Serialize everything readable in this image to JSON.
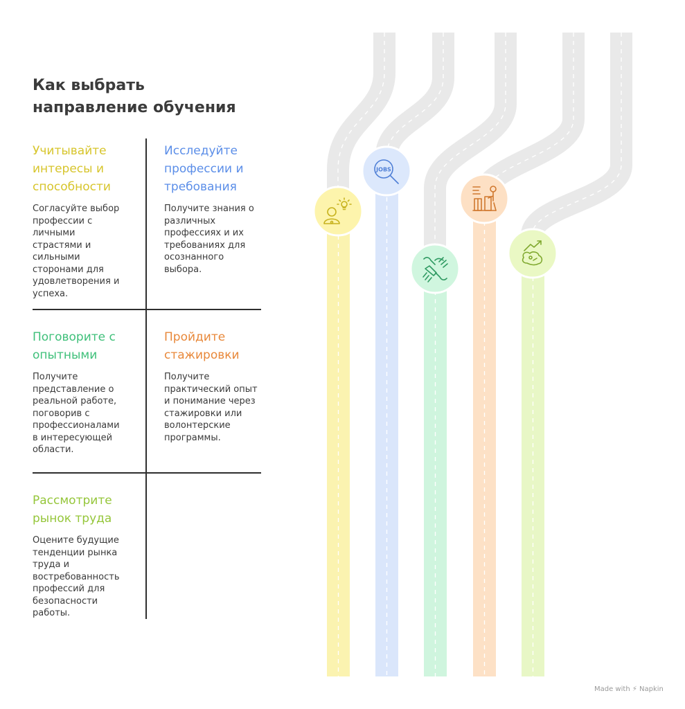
{
  "title_lines": [
    "Как выбрать",
    "направление обучения"
  ],
  "steps": [
    {
      "heading_lines": [
        "Учитывайте",
        "интересы и",
        "способности"
      ],
      "text_lines": [
        "Согласуйте выбор",
        "профессии с",
        "личными",
        "страстями и",
        "сильными",
        "сторонами для",
        "удовлетворения и",
        "успеха."
      ],
      "color": "#d7c52c",
      "icon": "person-lightbulb-icon"
    },
    {
      "heading_lines": [
        "Исследуйте",
        "профессии и",
        "требования"
      ],
      "text_lines": [
        "Получите знания о",
        "различных",
        "профессиях и их",
        "требованиях для",
        "осознанного",
        "выбора."
      ],
      "color": "#5b8ee8",
      "icon": "jobs-search-icon",
      "icon_text": "JOBS"
    },
    {
      "heading_lines": [
        "Поговорите с",
        "опытными"
      ],
      "text_lines": [
        "Получите",
        "представление о",
        "реальной работе,",
        "поговорив с",
        "профессионалами",
        "в интересующей",
        "области."
      ],
      "color": "#3fc07a",
      "icon": "handshake-icon"
    },
    {
      "heading_lines": [
        "Пройдите",
        "стажировки"
      ],
      "text_lines": [
        "Получите",
        "практический опыт",
        "и понимание через",
        "стажировки или",
        "волонтерские",
        "программы."
      ],
      "color": "#e8883a",
      "icon": "workstation-icon"
    },
    {
      "heading_lines": [
        "Рассмотрите",
        "рынок труда"
      ],
      "text_lines": [
        "Оцените будущие",
        "тенденции рынка",
        "труда и",
        "востребованность",
        "профессий для",
        "безопасности",
        "работы."
      ],
      "color": "#95c63a",
      "icon": "trend-map-icon"
    }
  ],
  "lane_colors": [
    "#fbf3b0",
    "#dae6fb",
    "#cff5de",
    "#fde1c6",
    "#e8f7c6"
  ],
  "circle_colors": [
    "#fdf4ac",
    "#dce8fc",
    "#d0f6df",
    "#fde0c4",
    "#eaf8c4"
  ],
  "icon_stroke_colors": [
    "#c7b21e",
    "#4f7fd6",
    "#2f9a62",
    "#d0782e",
    "#7fa82e"
  ],
  "road_color": "#e9e9e9",
  "footer": "Made with ⚡ Napkin"
}
